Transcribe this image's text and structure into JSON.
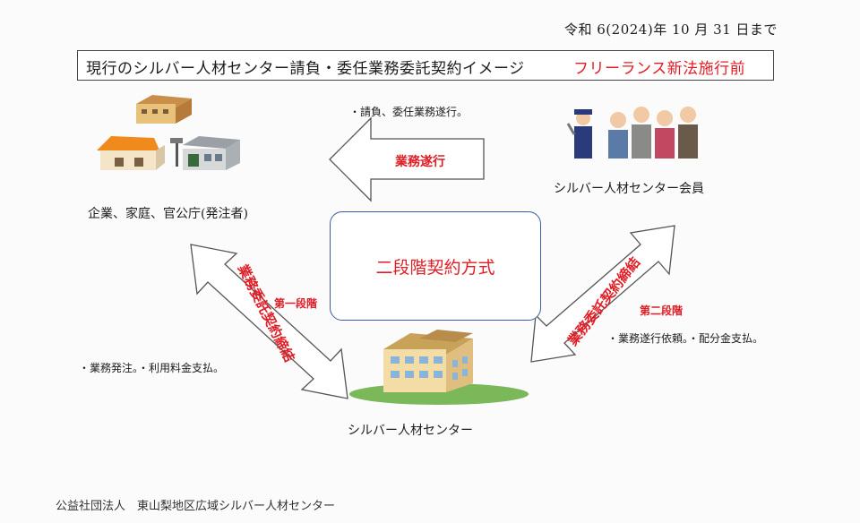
{
  "header": {
    "date_note": "令和 6(2024)年 10 月 31 日まで",
    "title_main": "現行のシルバー人材センター請負・委任業務委託契約イメージ",
    "title_red": "フリーランス新法施行前"
  },
  "nodes": {
    "client_label": "企業、家庭、官公庁(発注者)",
    "member_label": "シルバー人材センター会員",
    "center_label": "シルバー人材センター",
    "center_box": "二段階契約方式"
  },
  "arrows": {
    "top_arrow_text": "業務遂行",
    "top_note": "・請負、委任業務遂行。",
    "left_arrow_text": "業務委託契約締結",
    "left_stage": "第一段階",
    "left_note": "・業務発注。・利用料金支払。",
    "right_arrow_text": "業務委託契約締結",
    "right_stage": "第二段階",
    "right_note": "・業務遂行依頼。・配分金支払。"
  },
  "footer": {
    "org": "公益社団法人　東山梨地区広域シルバー人材センター"
  },
  "colors": {
    "accent_red": "#e01c24",
    "box_border": "#3b5ba5"
  }
}
